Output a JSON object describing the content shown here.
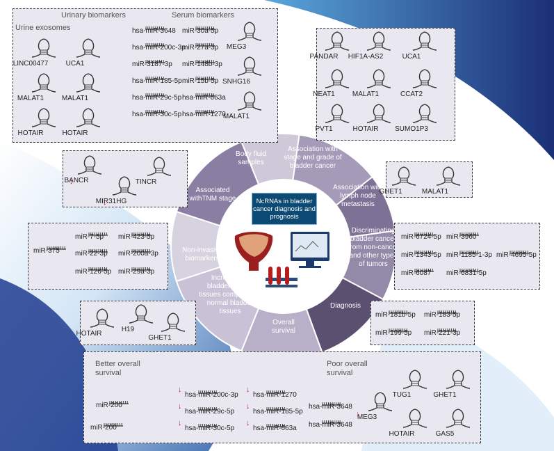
{
  "colors": {
    "accent": "#0d4a73",
    "panel": "#e9e7ef",
    "arrow": "#c2185b"
  },
  "center_title": "NcRNAs in bladder cancer diagnosis and prognosis",
  "segments": {
    "body_fluid": "Body fluid samples",
    "stage_grade": "Association with stage and grade of bladder cancer",
    "lymph": "Association with lymph node metastasis",
    "discrim": "Discriminating bladder cancer from non-cancer and other types of tumors",
    "diagnosis": "Diagnosis",
    "overall": "Overall survival",
    "increased": "Increased in bladder cancer tissues compared to normal bladder tissues",
    "noninvasive": "Non-invasive biomarkers",
    "tnm": "Associated withTNM stage"
  },
  "box1": {
    "urinary_header": "Urinary biomarkers",
    "serum_header": "Serum biomarkers",
    "exosomes_header": "Urine exosomes",
    "urine_lnc": [
      "LINC00477",
      "UCA1",
      "MALAT1",
      "MALAT1",
      "HOTAIR",
      "HOTAIR"
    ],
    "serum_mirs": [
      "hsa-miR-3648",
      "miR-30a-5p",
      "hsa-miR-200c-3p",
      "miR-27a-3p",
      "miR-3187-3p",
      "miR-148b-3p",
      "hsa-miR-185-5p",
      "miR-15b-5p",
      "hsa-miR-29c-5p",
      "hsa-miR-663a",
      "hsa-miR-30c-5p",
      "hsa-miR-1270"
    ],
    "serum_lnc": [
      "MEG3",
      "SNHG16",
      "MALAT1"
    ]
  },
  "box2": {
    "lnc": [
      "PANDAR",
      "HIF1A-AS2",
      "UCA1",
      "NEAT1",
      "MALAT1",
      "CCAT2",
      "PVT1",
      "HOTAIR",
      "SUMO1P3"
    ]
  },
  "box3": {
    "lnc": [
      "BANCR",
      "TINCR",
      "MIR31HG"
    ]
  },
  "box4": {
    "lnc": [
      "GHET1",
      "MALAT1"
    ]
  },
  "box5": {
    "mirs": [
      "miR-7-5p",
      "miR-423-5p",
      "miR-375",
      "miR-22-3p",
      "miR-200a-3p",
      "miR-126-5p",
      "miR-29a-3p"
    ]
  },
  "box6": {
    "mirs": [
      "miR-6724-5p",
      "miR-3960",
      "miR-1343-5p",
      "miR-1185-1-3p",
      "miR-4695-5p",
      "miR-6087",
      "miR-6831-5p"
    ]
  },
  "box7": {
    "lnc": [
      "HOTAIR",
      "H19",
      "GHET1"
    ]
  },
  "box8": {
    "mirs": [
      "miR-181b-5p",
      "miR-183-5p",
      "miR-199-5p",
      "miR-221-3p"
    ]
  },
  "box9": {
    "better_header": "Better overall survival",
    "poor_header": "Poor overall survival",
    "better_mirs": [
      "miR-200",
      "miR-200"
    ],
    "poor_mirs": [
      "hsa-miR-200c-3p",
      "hsa-miR-1270",
      "hsa-miR-29c-5p",
      "hsa-miR-185-5p",
      "hsa-miR-30c-5p",
      "hsa-miR-663a",
      "hsa-miR-3648",
      "hsa-miR-3648"
    ],
    "poor_lnc": [
      "MEG3",
      "TUG1",
      "GHET1",
      "HOTAIR",
      "GAS5"
    ]
  }
}
